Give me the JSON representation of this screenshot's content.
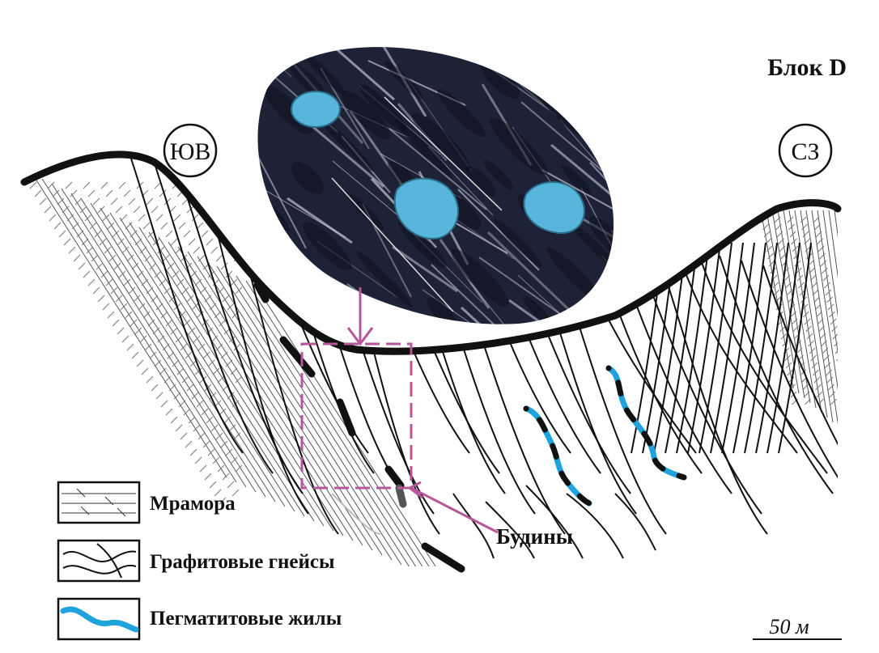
{
  "block_title": "Блок D",
  "directions": {
    "left": "ЮВ",
    "right": "СЗ"
  },
  "callout_label": "Будины",
  "scale_bar": {
    "label": "50 м"
  },
  "legend": [
    {
      "label": "Мрамора",
      "symbol": "marble-hatch-icon"
    },
    {
      "label": "Графитовые гнейсы",
      "symbol": "gneiss-lines-icon"
    },
    {
      "label": "Пегматитовые жилы",
      "symbol": "pegmatite-vein-icon"
    }
  ],
  "colors": {
    "pegmatite": "#1fa3dc",
    "callout": "#b5579a",
    "outline": "#111111",
    "photo_bg": "#1d2236",
    "boudin_fill": "#58b6dc"
  }
}
